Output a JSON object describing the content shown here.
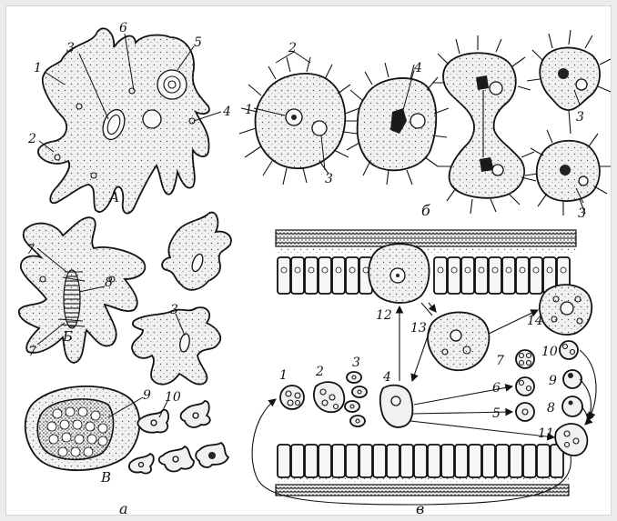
{
  "figure": {
    "panels": {
      "a": "а",
      "b": "б",
      "v": "в"
    },
    "subpanels": {
      "A": "А",
      "B": "Б",
      "V": "В"
    },
    "labels": {
      "n1": "1",
      "n2": "2",
      "n3": "3",
      "n4": "4",
      "n5": "5",
      "n6": "6",
      "n7": "7",
      "n8": "8",
      "n9": "9",
      "n10": "10",
      "n11": "11",
      "n12": "12",
      "n13": "13",
      "n14": "14"
    }
  }
}
